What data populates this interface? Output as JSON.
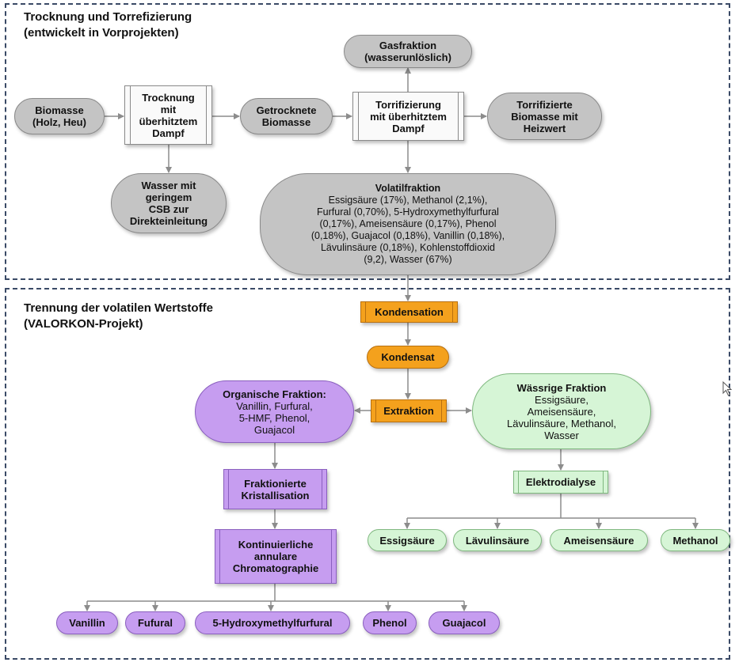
{
  "sections": {
    "top": {
      "title_line1": "Trocknung und Torrefizierung",
      "title_line2": "(entwickelt in Vorprojekten)"
    },
    "bottom": {
      "title_line1": "Trennung der volatilen Wertstoffe",
      "title_line2": "(VALORKON-Projekt)"
    }
  },
  "nodes": {
    "biomasse": {
      "line1": "Biomasse",
      "line2": "(Holz, Heu)"
    },
    "trocknung": {
      "line1": "Trocknung",
      "line2": "mit",
      "line3": "überhitztem",
      "line4": "Dampf"
    },
    "wasser_csb": {
      "line1": "Wasser mit",
      "line2": "geringem",
      "line3": "CSB zur",
      "line4": "Direkteinleitung"
    },
    "getrocknete": {
      "line1": "Getrocknete",
      "line2": "Biomasse"
    },
    "gasfraktion": {
      "line1": "Gasfraktion",
      "line2": "(wasserunlöslich)"
    },
    "torrifizierung": {
      "line1": "Torrifizierung",
      "line2": "mit überhitztem",
      "line3": "Dampf"
    },
    "torrifizierte": {
      "line1": "Torrifizierte",
      "line2": "Biomasse mit",
      "line3": "Heizwert"
    },
    "volatil": {
      "title": "Volatilfraktion",
      "line1": "Essigsäure (17%), Methanol (2,1%),",
      "line2": "Furfural (0,70%), 5-Hydroxymethylfurfural",
      "line3": "(0,17%), Ameisensäure (0,17%), Phenol",
      "line4": "(0,18%), Guajacol (0,18%), Vanillin (0,18%),",
      "line5": "Lävulinsäure (0,18%), Kohlenstoffdioxid",
      "line6": "(9,2), Wasser (67%)"
    },
    "kondensation": {
      "label": "Kondensation"
    },
    "kondensat": {
      "label": "Kondensat"
    },
    "extraktion": {
      "label": "Extraktion"
    },
    "organisch": {
      "title": "Organische Fraktion:",
      "line1": "Vanillin, Furfural,",
      "line2": "5-HMF, Phenol,",
      "line3": "Guajacol"
    },
    "waessrig": {
      "title": "Wässrige Fraktion",
      "line1": "Essigsäure,",
      "line2": "Ameisensäure,",
      "line3": "Lävulinsäure, Methanol,",
      "line4": "Wasser"
    },
    "fraktionierte": {
      "line1": "Fraktionierte",
      "line2": "Kristallisation"
    },
    "chromatographie": {
      "line1": "Kontinuierliche",
      "line2": "annulare",
      "line3": "Chromatographie"
    },
    "elektrodialyse": {
      "label": "Elektrodialyse"
    },
    "essigsaeure": {
      "label": "Essigsäure"
    },
    "laevulinsaeure": {
      "label": "Lävulinsäure"
    },
    "ameisensaeure": {
      "label": "Ameisensäure"
    },
    "methanol": {
      "label": "Methanol"
    },
    "vanillin": {
      "label": "Vanillin"
    },
    "fufural": {
      "label": "Fufural"
    },
    "hmf": {
      "label": "5-Hydroxymethylfurfural"
    },
    "phenol": {
      "label": "Phenol"
    },
    "guajacol": {
      "label": "Guajacol"
    }
  },
  "colors": {
    "grey_node": "#c4c4c4",
    "orange_node": "#f4a11d",
    "purple_node": "#c69df0",
    "green_node": "#d6f5d6",
    "frame": "#3a4a66",
    "arrow": "#8c8c8c"
  },
  "icons": {
    "cursor": "mouse-pointer-icon"
  }
}
